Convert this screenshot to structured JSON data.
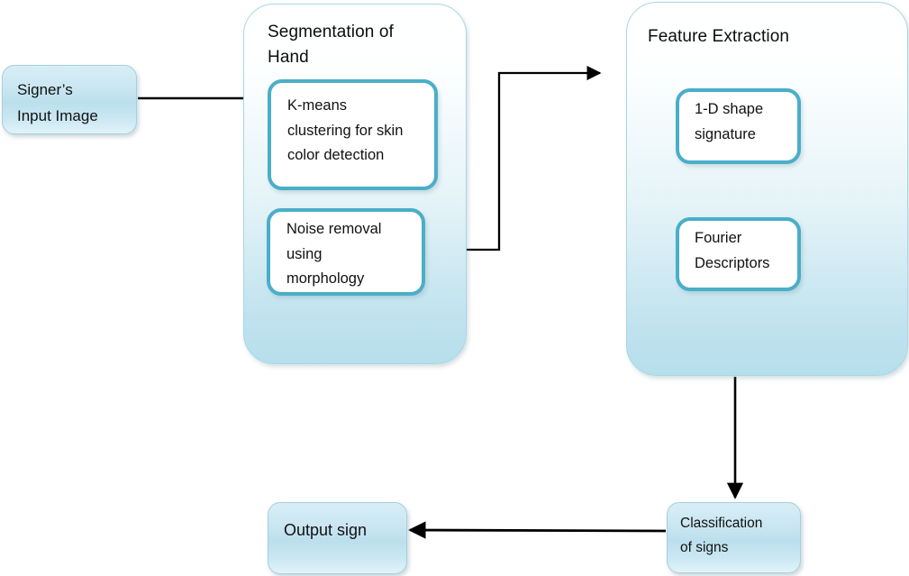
{
  "diagram": {
    "title": "Sign language recognition pipeline flowchart",
    "colors": {
      "node_border_teal": "#4aaec8",
      "stage_fill_bottom": "#b6dfec",
      "blue_node_fill": "#cbe7f2",
      "arrow": "#000000",
      "text": "#111111"
    },
    "nodes": {
      "input": {
        "label": "Signer’s\nInput Image"
      },
      "stage_segmentation": {
        "title": "Segmentation of\nHand"
      },
      "kmeans": {
        "label": "K-means\nclustering for skin\ncolor detection"
      },
      "noise": {
        "label": "Noise removal\nusing\nmorphology"
      },
      "stage_feature": {
        "title": "Feature Extraction"
      },
      "shape_signature": {
        "label": "1-D shape\nsignature"
      },
      "fourier": {
        "label": "Fourier\nDescriptors"
      },
      "classification": {
        "label": "Classification\nof signs"
      },
      "output": {
        "label": "Output sign"
      }
    },
    "edges": [
      {
        "name": "input-to-segmentation",
        "from": "input",
        "to": "stage_segmentation",
        "style": "straight-right"
      },
      {
        "name": "kmeans-to-noise",
        "from": "kmeans",
        "to": "noise",
        "style": "straight-down"
      },
      {
        "name": "noise-to-feature",
        "from": "noise",
        "to": "stage_feature",
        "style": "elbow-right-up-right"
      },
      {
        "name": "shape-to-fourier",
        "from": "shape_signature",
        "to": "fourier",
        "style": "straight-down"
      },
      {
        "name": "feature-to-classification",
        "from": "stage_feature",
        "to": "classification",
        "style": "straight-down"
      },
      {
        "name": "classification-to-output",
        "from": "classification",
        "to": "output",
        "style": "straight-left"
      }
    ]
  }
}
